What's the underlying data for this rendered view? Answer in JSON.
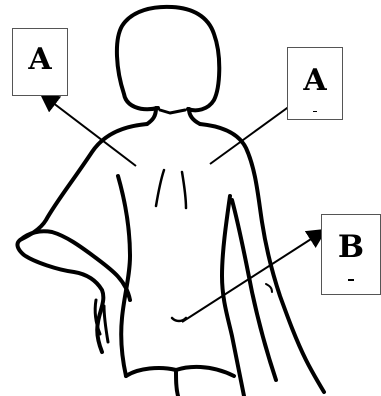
{
  "labels": {
    "top_left": "A",
    "top_right": "A",
    "lower_right": "B"
  },
  "colors": {
    "line": "#000000",
    "background": "#ffffff",
    "box_border": "#555555"
  }
}
